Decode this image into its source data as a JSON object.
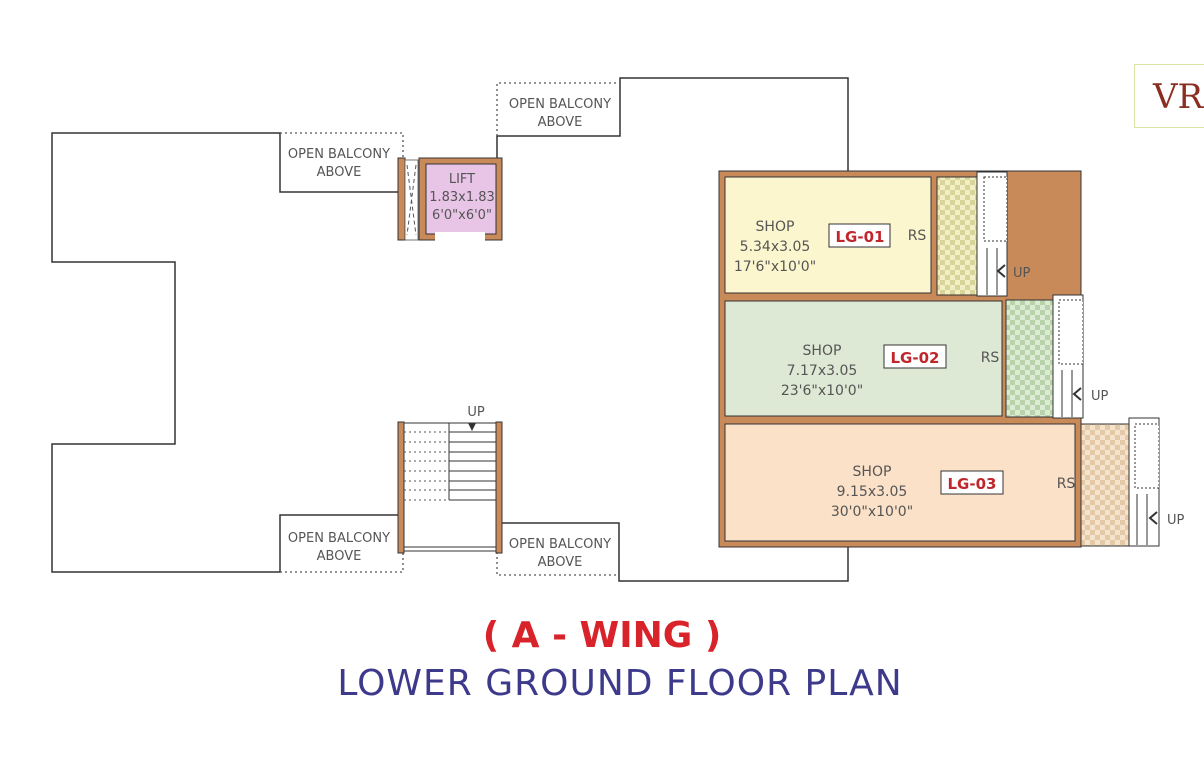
{
  "logo": {
    "text": "VR"
  },
  "labels": {
    "balcony": "OPEN BALCONY",
    "above": "ABOVE",
    "up": "UP",
    "rs": "RS",
    "shop": "SHOP"
  },
  "lift": {
    "label": "LIFT",
    "metric": "1.83x1.83",
    "imperial": "6'0\"x6'0\"",
    "color": "#e8c4e6"
  },
  "shops": [
    {
      "id": "LG-01",
      "metric": "5.34x3.05",
      "imperial": "17'6\"x10'0\"",
      "color": "#fcf6cf"
    },
    {
      "id": "LG-02",
      "metric": "7.17x3.05",
      "imperial": "23'6\"x10'0\"",
      "color": "#dde9d4"
    },
    {
      "id": "LG-03",
      "metric": "9.15x3.05",
      "imperial": "30'0\"x10'0\"",
      "color": "#fbe1c8"
    }
  ],
  "title": {
    "wing": "( A - WING )",
    "plan": "LOWER GROUND FLOOR PLAN"
  },
  "colors": {
    "wall": "#c98a5a",
    "wing": "#d8232a",
    "plan": "#3d3a8c"
  }
}
